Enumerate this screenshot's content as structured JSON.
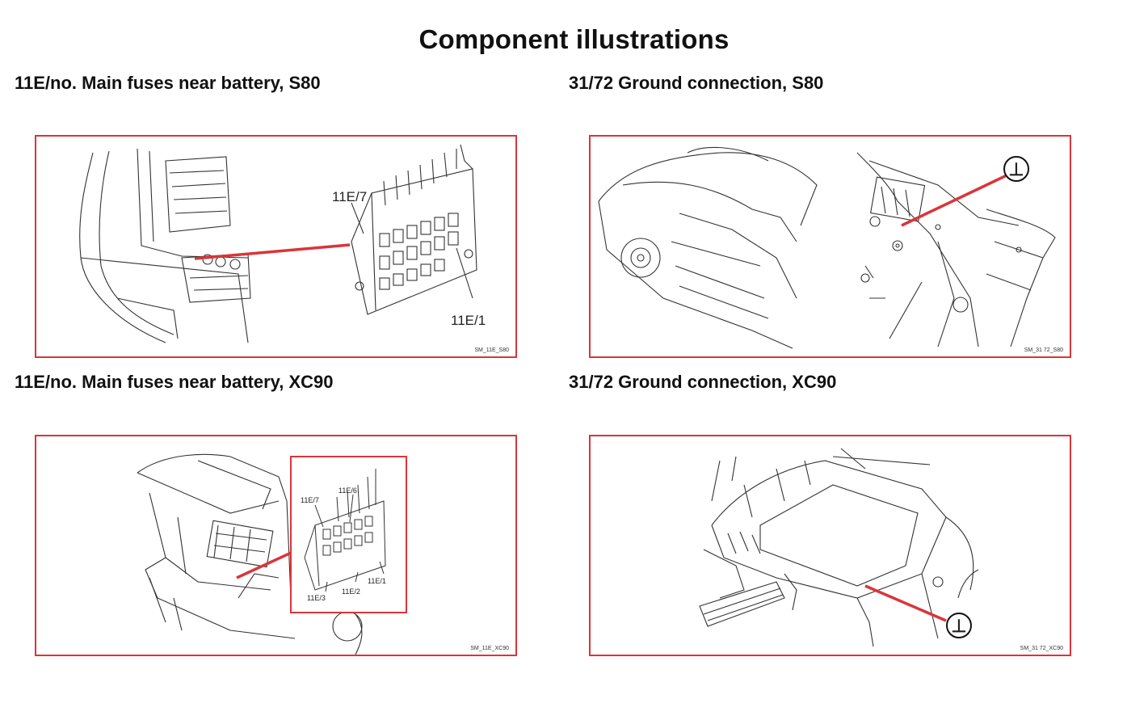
{
  "page": {
    "title": "Component illustrations"
  },
  "panels": [
    {
      "caption": "11E/no. Main fuses near battery, S80",
      "labels": [
        "11E/7",
        "11E/1"
      ],
      "code": "SM_11E_S80"
    },
    {
      "caption": "31/72 Ground connection, S80",
      "labels": [
        "⊥"
      ],
      "code": "SM_31 72_S80"
    },
    {
      "caption": "11E/no. Main fuses near battery, XC90",
      "labels": [
        "11E/7",
        "11E/6",
        "11E/3",
        "11E/2",
        "11E/1"
      ],
      "code": "SM_11E_XC90"
    },
    {
      "caption": "31/72 Ground connection, XC90",
      "labels": [
        "⊥"
      ],
      "code": "SM_31 72_XC90"
    }
  ],
  "colors": {
    "frame_border": "#d9353a",
    "leader_line": "#d9353a",
    "drawing_line": "#222222"
  }
}
